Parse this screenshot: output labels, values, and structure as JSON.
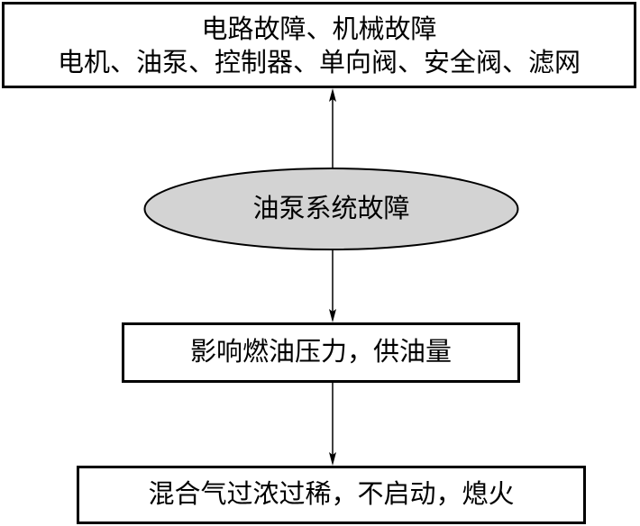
{
  "diagram": {
    "top_box": {
      "line1": "电路故障、机械故障",
      "line2": "电机、油泵、控制器、单向阀、安全阀、滤网"
    },
    "center_ellipse": {
      "label": "油泵系统故障"
    },
    "middle_box": {
      "label": "影响燃油压力，供油量"
    },
    "bottom_box": {
      "label": "混合气过浓过稀，不启动，熄火"
    }
  },
  "colors": {
    "background": "#ffffff",
    "stroke": "#000000",
    "ellipse_fill": "#d3d3d3"
  }
}
